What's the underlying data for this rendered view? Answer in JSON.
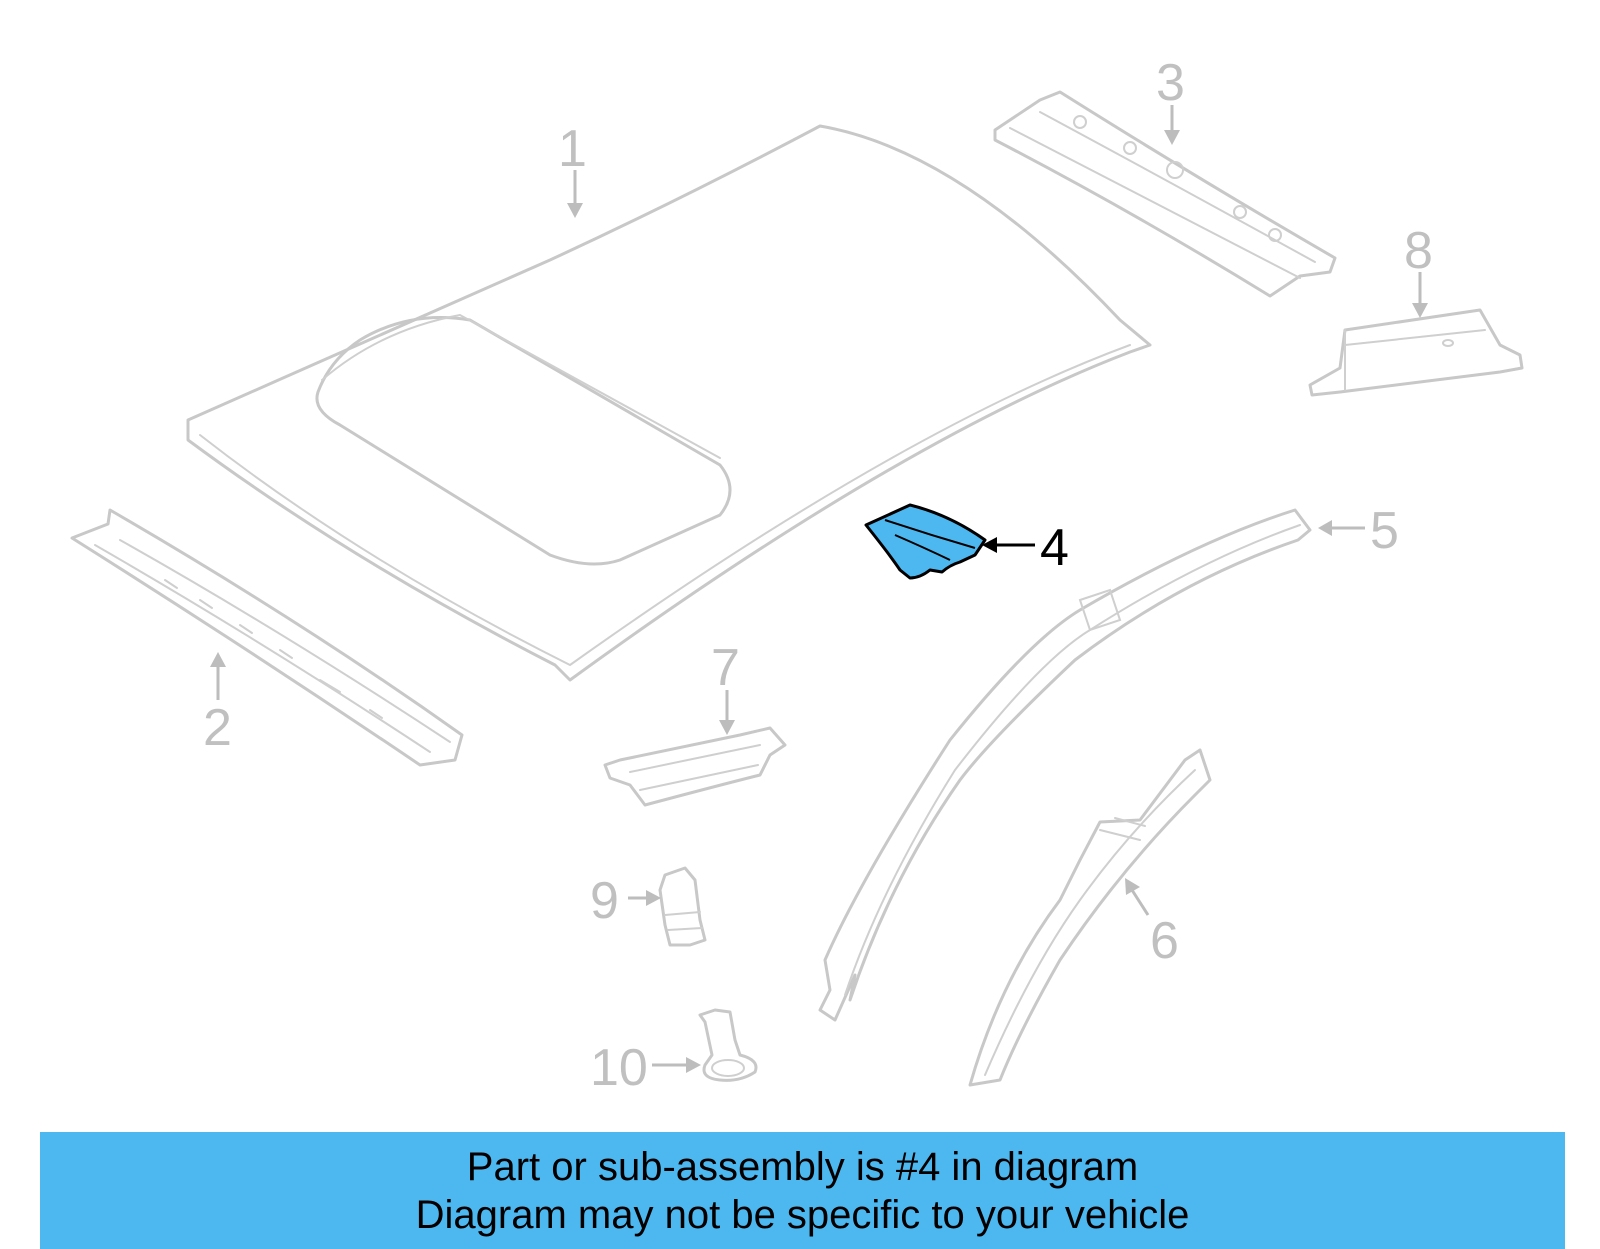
{
  "diagram": {
    "callouts": [
      {
        "id": "1",
        "label": "1"
      },
      {
        "id": "2",
        "label": "2"
      },
      {
        "id": "3",
        "label": "3"
      },
      {
        "id": "4",
        "label": "4"
      },
      {
        "id": "5",
        "label": "5"
      },
      {
        "id": "6",
        "label": "6"
      },
      {
        "id": "7",
        "label": "7"
      },
      {
        "id": "8",
        "label": "8"
      },
      {
        "id": "9",
        "label": "9"
      },
      {
        "id": "10",
        "label": "10"
      }
    ],
    "highlighted_part": "4",
    "highlight_color": "#4db8f0",
    "line_color": "#c8c8c8"
  },
  "banner": {
    "line1": "Part or sub-assembly is #4 in diagram",
    "line2": "Diagram may not be specific to your vehicle",
    "background": "#4db8f0"
  }
}
